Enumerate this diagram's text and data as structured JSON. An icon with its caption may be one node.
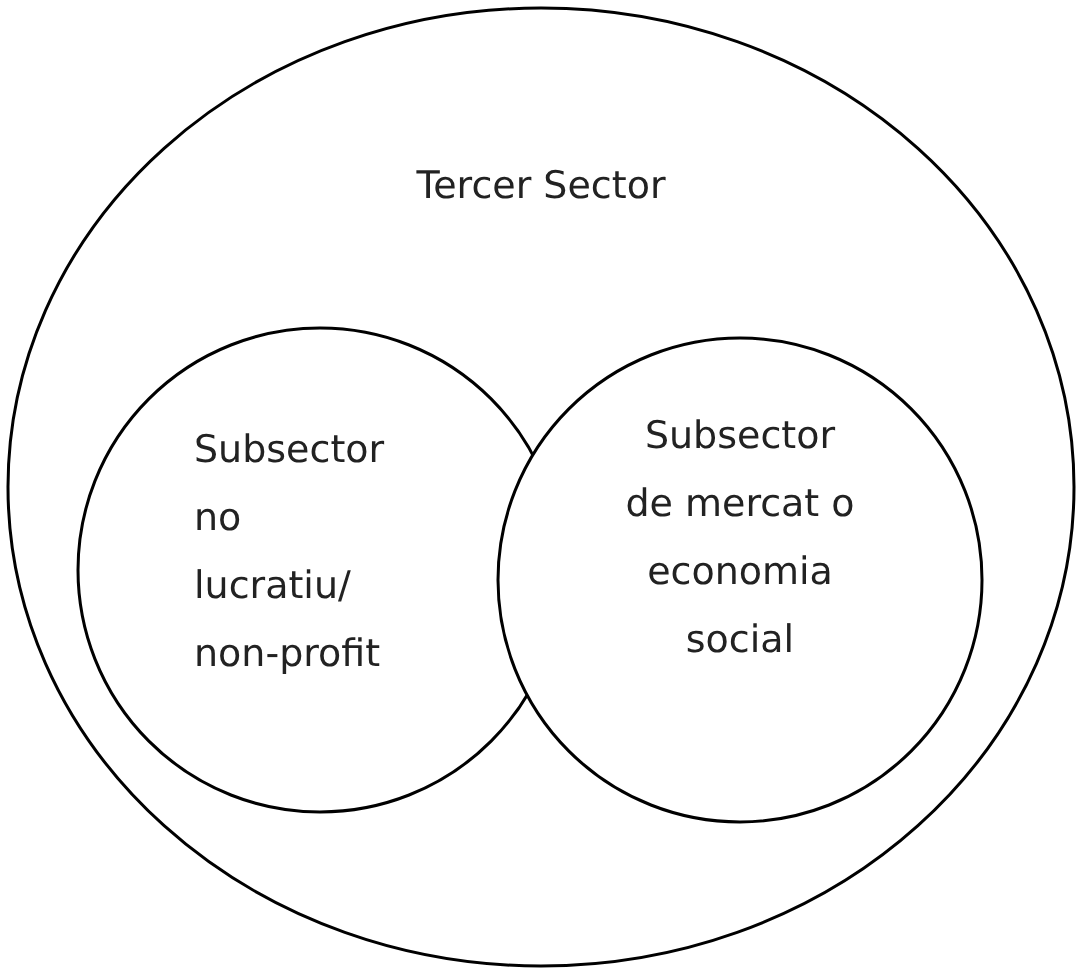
{
  "diagram": {
    "nodes": [
      {
        "text": [
          "Tercer Sector"
        ]
      },
      {
        "text": [
          "Subsector no lucratiu/ non-profit"
        ],
        "in": 0
      },
      {
        "text": [
          "Subsector de mercat o economia social"
        ],
        "in": 0
      }
    ]
  }
}
